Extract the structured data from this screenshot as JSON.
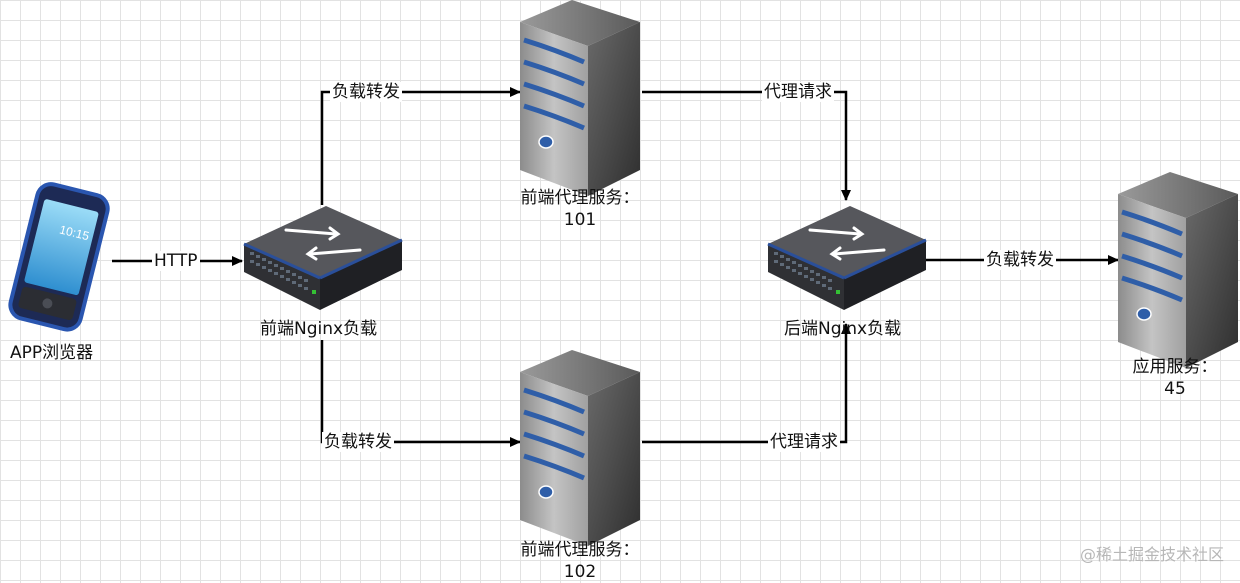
{
  "nodes": {
    "client": "APP浏览器",
    "client_screen_time": "10:15",
    "frontend_lb": "前端Nginx负载",
    "proxy_top_title": "前端代理服务：",
    "proxy_top_id": "101",
    "proxy_bottom_title": "前端代理服务：",
    "proxy_bottom_id": "102",
    "backend_lb": "后端Nginx负载",
    "app_title": "应用服务：",
    "app_id": "45"
  },
  "edges": {
    "http": "HTTP",
    "forward_top": "负载转发",
    "forward_bottom": "负载转发",
    "proxy_top": "代理请求",
    "proxy_bottom": "代理请求",
    "forward_app": "负载转发"
  },
  "watermark": "@稀土掘金技术社区",
  "colors": {
    "line": "#000000",
    "server_stripe": "#2f5ea8",
    "phone_frame": "#1f3f8a",
    "phone_screen": "#5cc3f0",
    "switch_top": "#55565b",
    "switch_front": "#2b2c30"
  }
}
